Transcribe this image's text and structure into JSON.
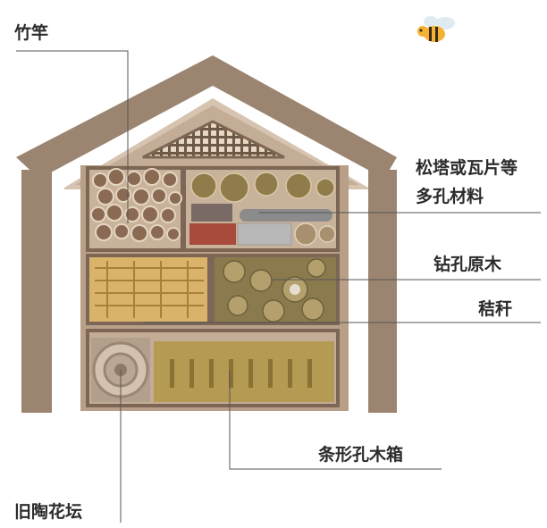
{
  "labels": {
    "bamboo": "竹竿",
    "pine_line1": "松塔或瓦片等",
    "pine_line2": "多孔材料",
    "drilled_wood": "钻孔原木",
    "straw": "秸秆",
    "slotted_box": "条形孔木箱",
    "old_pot": "旧陶花坛"
  },
  "colors": {
    "wood": "#9c8570",
    "wood_dark": "#7d6655",
    "frame_bg": "#c4ad97",
    "straw": "#d9b36a",
    "drilled": "#8c7a4f",
    "bricks": "#a84a3c",
    "slot_box": "#b59a54",
    "pot": "#b3a08c",
    "leader_line": "#555555"
  },
  "icons": {
    "bee": "bee-icon"
  }
}
